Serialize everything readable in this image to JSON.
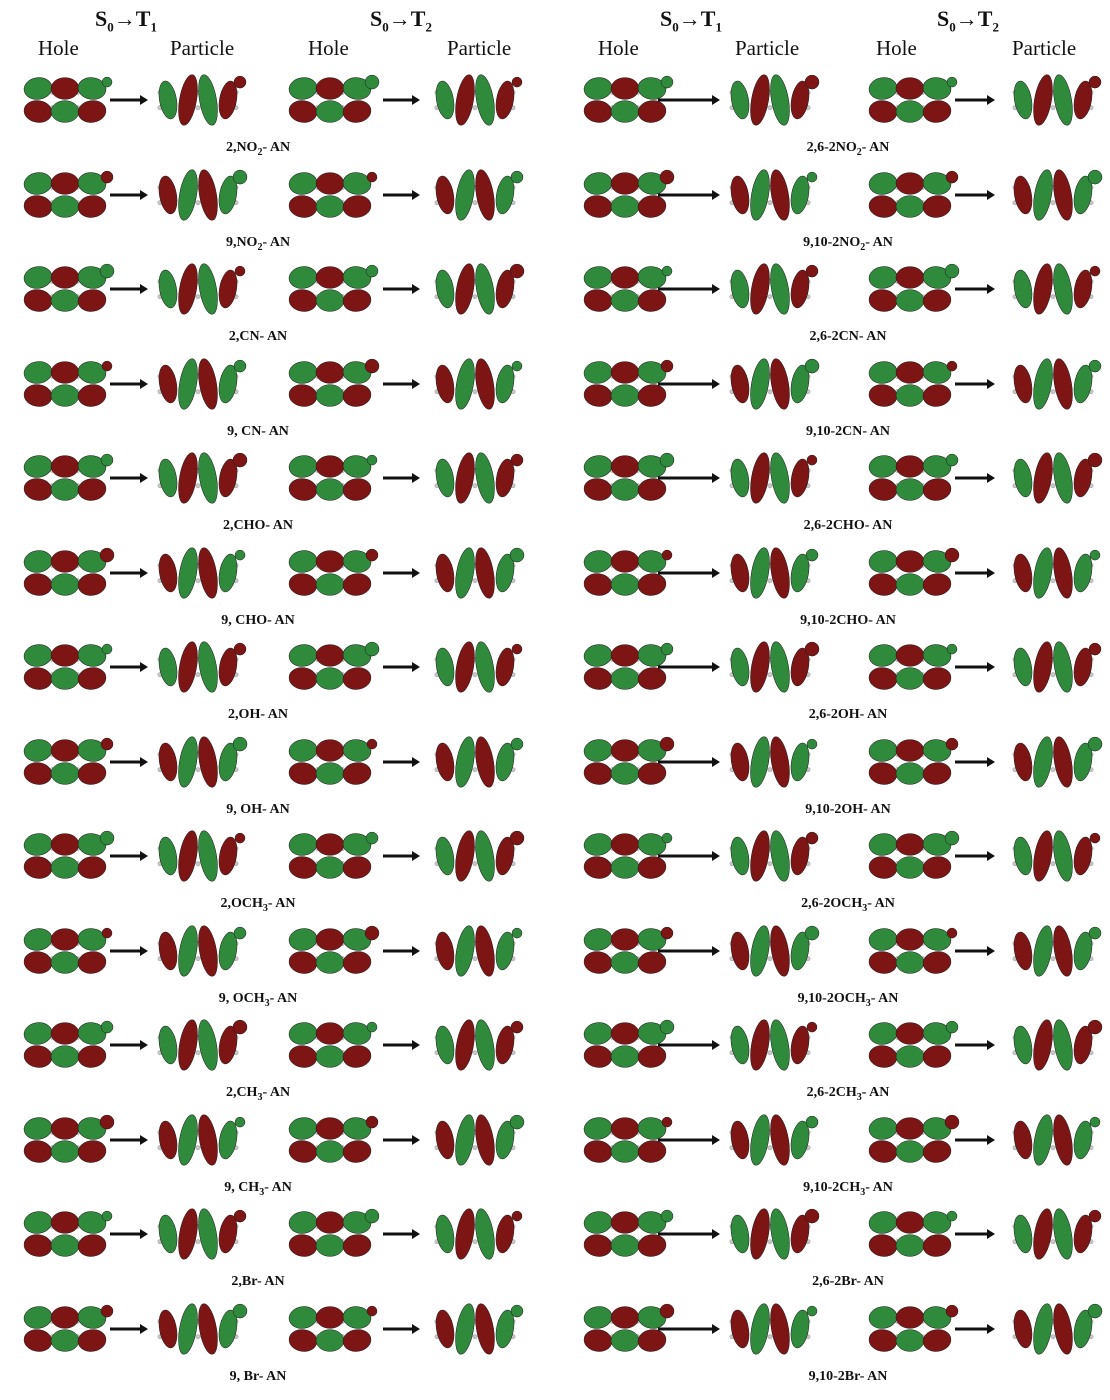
{
  "headers": [
    {
      "s": "S",
      "s_sub": "0",
      "t": "T",
      "t_sub": "1"
    },
    {
      "s": "S",
      "s_sub": "0",
      "t": "T",
      "t_sub": "2"
    },
    {
      "s": "S",
      "s_sub": "0",
      "t": "T",
      "t_sub": "1"
    },
    {
      "s": "S",
      "s_sub": "0",
      "t": "T",
      "t_sub": "2"
    }
  ],
  "column_labels": [
    "Hole",
    "Particle",
    "Hole",
    "Particle",
    "Hole",
    "Particle",
    "Hole",
    "Particle"
  ],
  "molecules_left": [
    {
      "pre": "2,NO",
      "sub": "2",
      "post": "- AN"
    },
    {
      "pre": "9,NO",
      "sub": "2",
      "post": "- AN"
    },
    {
      "pre": "2,CN- AN",
      "sub": "",
      "post": ""
    },
    {
      "pre": "9, CN- AN",
      "sub": "",
      "post": ""
    },
    {
      "pre": "2,CHO- AN",
      "sub": "",
      "post": ""
    },
    {
      "pre": "9, CHO- AN",
      "sub": "",
      "post": ""
    },
    {
      "pre": "2,OH- AN",
      "sub": "",
      "post": ""
    },
    {
      "pre": "9, OH- AN",
      "sub": "",
      "post": ""
    },
    {
      "pre": "2,OCH",
      "sub": "3",
      "post": "- AN"
    },
    {
      "pre": "9, OCH",
      "sub": "3",
      "post": "- AN"
    },
    {
      "pre": "2,CH",
      "sub": "3",
      "post": "- AN"
    },
    {
      "pre": "9, CH",
      "sub": "3",
      "post": "- AN"
    },
    {
      "pre": "2,Br- AN",
      "sub": "",
      "post": ""
    },
    {
      "pre": "9, Br- AN",
      "sub": "",
      "post": ""
    }
  ],
  "molecules_right": [
    {
      "pre": "2,6-2NO",
      "sub": "2",
      "post": "- AN"
    },
    {
      "pre": "9,10-2NO",
      "sub": "2",
      "post": "- AN"
    },
    {
      "pre": "2,6-2CN- AN",
      "sub": "",
      "post": ""
    },
    {
      "pre": "9,10-2CN- AN",
      "sub": "",
      "post": ""
    },
    {
      "pre": "2,6-2CHO- AN",
      "sub": "",
      "post": ""
    },
    {
      "pre": "9,10-2CHO- AN",
      "sub": "",
      "post": ""
    },
    {
      "pre": "2,6-2OH- AN",
      "sub": "",
      "post": ""
    },
    {
      "pre": "9,10-2OH- AN",
      "sub": "",
      "post": ""
    },
    {
      "pre": "2,6-2OCH",
      "sub": "3",
      "post": "- AN"
    },
    {
      "pre": "9,10-2OCH",
      "sub": "3",
      "post": "- AN"
    },
    {
      "pre": "2,6-2CH",
      "sub": "3",
      "post": "- AN"
    },
    {
      "pre": "9,10-2CH",
      "sub": "3",
      "post": "- AN"
    },
    {
      "pre": "2,6-2Br- AN",
      "sub": "",
      "post": ""
    },
    {
      "pre": "9,10-2Br- AN",
      "sub": "",
      "post": ""
    }
  ],
  "colors": {
    "phase_positive": "#2f8a3c",
    "phase_negative": "#7d1515",
    "atom": "#c8c8c8",
    "arrow": "#111111"
  }
}
